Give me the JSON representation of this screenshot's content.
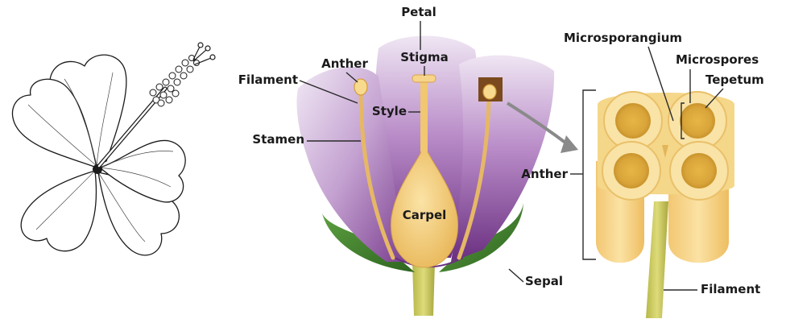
{
  "labels": {
    "petal": "Petal",
    "stigma": "Stigma",
    "anther": "Anther",
    "filament": "Filament",
    "style": "Style",
    "stamen": "Stamen",
    "carpel": "Carpel",
    "sepal": "Sepal",
    "microsporangium": "Microsporangium",
    "microspores": "Microspores",
    "tepetum": "Tepetum",
    "anther_section": "Anther",
    "filament_section": "Filament"
  },
  "colors": {
    "petal_light": "#e8dcee",
    "petal_dark": "#7b3f8f",
    "sepal": "#3d7d2c",
    "carpel": "#f5cf7c",
    "filament": "#e6b866",
    "stem": "#c9c65a",
    "anther_tissue": "#f6d98c",
    "anther_box": "#7a4a1e"
  }
}
